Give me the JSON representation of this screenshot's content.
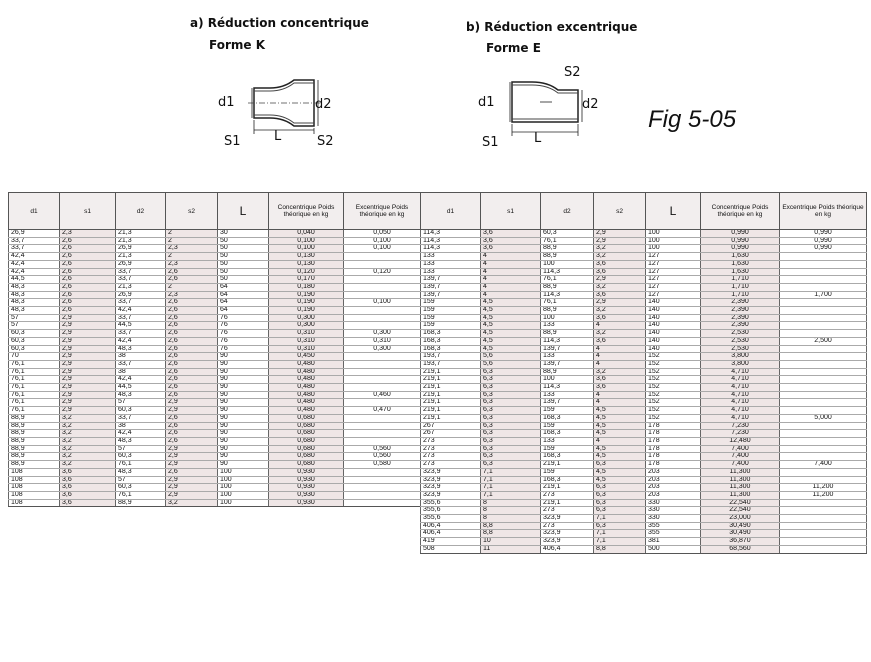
{
  "caption_a_line1": "a) Réduction concentrique",
  "caption_a_line2": "Forme K",
  "caption_b_line1": "b) Réduction excentrique",
  "caption_b_line2": "Forme E",
  "figure_label": "Fig 5-05",
  "drawing_labels": {
    "d1": "d1",
    "d2": "d2",
    "s1": "S1",
    "s2": "S2",
    "L": "L"
  },
  "headers": [
    "d1",
    "s1",
    "d2",
    "s2",
    "L",
    "Concentrique Poids théorique en kg",
    "Excentrique Poids théorique en kg"
  ],
  "left_rows": [
    [
      "26,9",
      "2,3",
      "21,3",
      "2",
      "30",
      "0,040",
      "0,050"
    ],
    [
      "33,7",
      "2,6",
      "21,3",
      "2",
      "50",
      "0,100",
      "0,100"
    ],
    [
      "33,7",
      "2,6",
      "26,9",
      "2,3",
      "50",
      "0,100",
      "0,100"
    ],
    [
      "42,4",
      "2,6",
      "21,3",
      "2",
      "50",
      "0,130",
      ""
    ],
    [
      "42,4",
      "2,6",
      "26,9",
      "2,3",
      "50",
      "0,130",
      ""
    ],
    [
      "42,4",
      "2,6",
      "33,7",
      "2,6",
      "50",
      "0,120",
      "0,120"
    ],
    [
      "44,5",
      "2,6",
      "33,7",
      "2,6",
      "50",
      "0,170",
      ""
    ],
    [
      "48,3",
      "2,6",
      "21,3",
      "2",
      "64",
      "0,180",
      ""
    ],
    [
      "48,3",
      "2,6",
      "26,9",
      "2,3",
      "64",
      "0,190",
      ""
    ],
    [
      "48,3",
      "2,6",
      "33,7",
      "2,6",
      "64",
      "0,190",
      "0,100"
    ],
    [
      "48,3",
      "2,6",
      "42,4",
      "2,6",
      "64",
      "0,190",
      ""
    ],
    [
      "57",
      "2,9",
      "33,7",
      "2,6",
      "76",
      "0,300",
      ""
    ],
    [
      "57",
      "2,9",
      "44,5",
      "2,6",
      "76",
      "0,300",
      ""
    ],
    [
      "60,3",
      "2,9",
      "33,7",
      "2,6",
      "76",
      "0,310",
      "0,300"
    ],
    [
      "60,3",
      "2,9",
      "42,4",
      "2,6",
      "76",
      "0,310",
      "0,310"
    ],
    [
      "60,3",
      "2,9",
      "48,3",
      "2,6",
      "76",
      "0,310",
      "0,300"
    ],
    [
      "70",
      "2,9",
      "38",
      "2,6",
      "90",
      "0,450",
      ""
    ],
    [
      "76,1",
      "2,9",
      "33,7",
      "2,6",
      "90",
      "0,480",
      ""
    ],
    [
      "76,1",
      "2,9",
      "38",
      "2,6",
      "90",
      "0,480",
      ""
    ],
    [
      "76,1",
      "2,9",
      "42,4",
      "2,6",
      "90",
      "0,480",
      ""
    ],
    [
      "76,1",
      "2,9",
      "44,5",
      "2,6",
      "90",
      "0,480",
      ""
    ],
    [
      "76,1",
      "2,9",
      "48,3",
      "2,6",
      "90",
      "0,480",
      "0,460"
    ],
    [
      "76,1",
      "2,9",
      "57",
      "2,9",
      "90",
      "0,480",
      ""
    ],
    [
      "76,1",
      "2,9",
      "60,3",
      "2,9",
      "90",
      "0,480",
      "0,470"
    ],
    [
      "88,9",
      "3,2",
      "33,7",
      "2,6",
      "90",
      "0,680",
      ""
    ],
    [
      "88,9",
      "3,2",
      "38",
      "2,6",
      "90",
      "0,680",
      ""
    ],
    [
      "88,9",
      "3,2",
      "42,4",
      "2,6",
      "90",
      "0,680",
      ""
    ],
    [
      "88,9",
      "3,2",
      "48,3",
      "2,6",
      "90",
      "0,680",
      ""
    ],
    [
      "88,9",
      "3,2",
      "57",
      "2,9",
      "90",
      "0,680",
      "0,560"
    ],
    [
      "88,9",
      "3,2",
      "60,3",
      "2,9",
      "90",
      "0,680",
      "0,560"
    ],
    [
      "88,9",
      "3,2",
      "76,1",
      "2,9",
      "90",
      "0,680",
      "0,580"
    ],
    [
      "108",
      "3,6",
      "48,3",
      "2,6",
      "100",
      "0,930",
      ""
    ],
    [
      "108",
      "3,6",
      "57",
      "2,9",
      "100",
      "0,930",
      ""
    ],
    [
      "108",
      "3,6",
      "60,3",
      "2,9",
      "100",
      "0,930",
      ""
    ],
    [
      "108",
      "3,6",
      "76,1",
      "2,9",
      "100",
      "0,930",
      ""
    ],
    [
      "108",
      "3,6",
      "88,9",
      "3,2",
      "100",
      "0,930",
      ""
    ]
  ],
  "right_rows": [
    [
      "114,3",
      "3,6",
      "60,3",
      "2,9",
      "100",
      "0,990",
      "0,990"
    ],
    [
      "114,3",
      "3,6",
      "76,1",
      "2,9",
      "100",
      "0,990",
      "0,990"
    ],
    [
      "114,3",
      "3,6",
      "88,9",
      "3,2",
      "100",
      "0,990",
      "0,990"
    ],
    [
      "133",
      "4",
      "88,9",
      "3,2",
      "127",
      "1,630",
      ""
    ],
    [
      "133",
      "4",
      "100",
      "3,6",
      "127",
      "1,630",
      ""
    ],
    [
      "133",
      "4",
      "114,3",
      "3,6",
      "127",
      "1,630",
      ""
    ],
    [
      "139,7",
      "4",
      "76,1",
      "2,9",
      "127",
      "1,710",
      ""
    ],
    [
      "139,7",
      "4",
      "88,9",
      "3,2",
      "127",
      "1,710",
      ""
    ],
    [
      "139,7",
      "4",
      "114,3",
      "3,6",
      "127",
      "1,710",
      "1,700"
    ],
    [
      "159",
      "4,5",
      "76,1",
      "2,9",
      "140",
      "2,390",
      ""
    ],
    [
      "159",
      "4,5",
      "88,9",
      "3,2",
      "140",
      "2,390",
      ""
    ],
    [
      "159",
      "4,5",
      "100",
      "3,6",
      "140",
      "2,390",
      ""
    ],
    [
      "159",
      "4,5",
      "133",
      "4",
      "140",
      "2,390",
      ""
    ],
    [
      "168,3",
      "4,5",
      "88,9",
      "3,2",
      "140",
      "2,530",
      ""
    ],
    [
      "168,3",
      "4,5",
      "114,3",
      "3,6",
      "140",
      "2,530",
      "2,500"
    ],
    [
      "168,3",
      "4,5",
      "139,7",
      "4",
      "140",
      "2,530",
      ""
    ],
    [
      "193,7",
      "5,6",
      "133",
      "4",
      "152",
      "3,800",
      ""
    ],
    [
      "193,7",
      "5,6",
      "139,7",
      "4",
      "152",
      "3,800",
      ""
    ],
    [
      "219,1",
      "6,3",
      "88,9",
      "3,2",
      "152",
      "4,710",
      ""
    ],
    [
      "219,1",
      "6,3",
      "100",
      "3,6",
      "152",
      "4,710",
      ""
    ],
    [
      "219,1",
      "6,3",
      "114,3",
      "3,6",
      "152",
      "4,710",
      ""
    ],
    [
      "219,1",
      "6,3",
      "133",
      "4",
      "152",
      "4,710",
      ""
    ],
    [
      "219,1",
      "6,3",
      "139,7",
      "4",
      "152",
      "4,710",
      ""
    ],
    [
      "219,1",
      "6,3",
      "159",
      "4,5",
      "152",
      "4,710",
      ""
    ],
    [
      "219,1",
      "6,3",
      "168,3",
      "4,5",
      "152",
      "4,710",
      "5,000"
    ],
    [
      "267",
      "6,3",
      "159",
      "4,5",
      "178",
      "7,230",
      ""
    ],
    [
      "267",
      "6,3",
      "168,3",
      "4,5",
      "178",
      "7,230",
      ""
    ],
    [
      "273",
      "6,3",
      "133",
      "4",
      "178",
      "12,480",
      ""
    ],
    [
      "273",
      "6,3",
      "159",
      "4,5",
      "178",
      "7,400",
      ""
    ],
    [
      "273",
      "6,3",
      "168,3",
      "4,5",
      "178",
      "7,400",
      ""
    ],
    [
      "273",
      "6,3",
      "219,1",
      "6,3",
      "178",
      "7,400",
      "7,400"
    ],
    [
      "323,9",
      "7,1",
      "159",
      "4,5",
      "203",
      "11,300",
      ""
    ],
    [
      "323,9",
      "7,1",
      "168,3",
      "4,5",
      "203",
      "11,300",
      ""
    ],
    [
      "323,9",
      "7,1",
      "219,1",
      "6,3",
      "203",
      "11,300",
      "11,200"
    ],
    [
      "323,9",
      "7,1",
      "273",
      "6,3",
      "203",
      "11,300",
      "11,200"
    ],
    [
      "355,6",
      "8",
      "219,1",
      "6,3",
      "330",
      "22,540",
      ""
    ],
    [
      "355,6",
      "8",
      "273",
      "6,3",
      "330",
      "22,540",
      ""
    ],
    [
      "355,6",
      "8",
      "323,9",
      "7,1",
      "330",
      "23,000",
      ""
    ],
    [
      "406,4",
      "8,8",
      "273",
      "6,3",
      "355",
      "30,490",
      ""
    ],
    [
      "406,4",
      "8,8",
      "323,9",
      "7,1",
      "355",
      "30,490",
      ""
    ],
    [
      "419",
      "10",
      "323,9",
      "7,1",
      "381",
      "36,870",
      ""
    ],
    [
      "508",
      "11",
      "406,4",
      "8,8",
      "500",
      "68,560",
      ""
    ]
  ]
}
